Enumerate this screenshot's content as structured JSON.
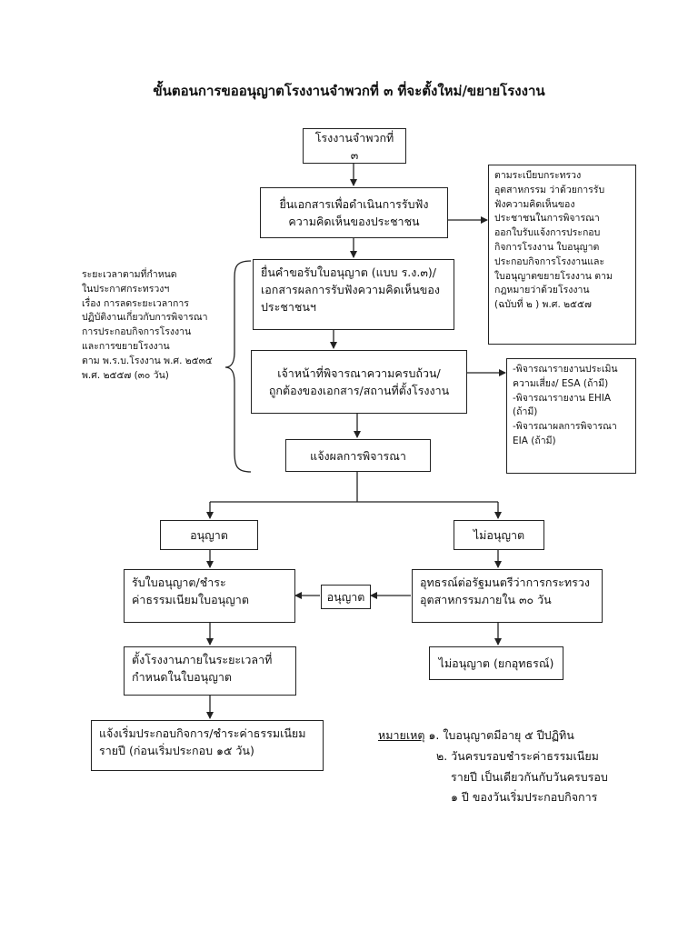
{
  "title": "ขั้นตอนการขออนุญาตโรงงานจำพวกที่ ๓ ที่จะตั้งใหม่/ขยายโรงงาน",
  "boxes": {
    "factory_type": "โรงงานจำพวกที่ ๓",
    "submit_hearing": "ยื่นเอกสารเพื่อดำเนินการรับฟัง\nความคิดเห็นของประชาชน",
    "submit_application": "ยื่นคำขอรับใบอนุญาต (แบบ ร.ง.๓)/\nเอกสารผลการรับฟังความคิดเห็นของ\nประชาชนฯ",
    "officer_review": "เจ้าหน้าที่พิจารณาความครบถ้วน/\nถูกต้องของเอกสาร/สถานที่ตั้งโรงงาน",
    "notify_result": "แจ้งผลการพิจารณา",
    "permit": "อนุญาต",
    "not_permit": "ไม่อนุญาต",
    "receive_license": "รับใบอนุญาต/ชำระ\nค่าธรรมเนียมใบอนุญาต",
    "appeal": "อุทธรณ์ต่อรัฐมนตรีว่าการกระทรวง\nอุตสาหกรรมภายใน ๓๐ วัน",
    "appeal_permit": "อนุญาต",
    "appeal_reject": "ไม่อนุญาต (ยกอุทธรณ์)",
    "build_factory": "ตั้งโรงงานภายในระยะเวลาที่\nกำหนดในใบอนุญาต",
    "start_operation": "แจ้งเริ่มประกอบกิจการ/ชำระค่าธรรมเนียม\nรายปี (ก่อนเริ่มประกอบ ๑๕ วัน)",
    "regulation_note": "ตามระเบียบกระทรวง\nอุตสาหกรรม ว่าด้วยการรับ\nฟังความคิดเห็นของ\nประชาชนในการพิจารณา\nออกใบรับแจ้งการประกอบ\nกิจการโรงงาน ใบอนุญาต\nประกอบกิจการโรงงานและ\nใบอนุญาตขยายโรงงาน ตาม\nกฎหมายว่าด้วยโรงงาน\n(ฉบับที่ ๒ ) พ.ศ. ๒๕๕๗",
    "review_reports": "-พิจารณารายงานประเมิน\nความเสี่ยง/ ESA (ถ้ามี)\n-พิจารณารายงาน EHIA\n(ถ้ามี)\n-พิจารณาผลการพิจารณา\nEIA (ถ้ามี)"
  },
  "side_text": "ระยะเวลาตามที่กำหนด\nในประกาศกระทรวงฯ\nเรื่อง การลดระยะเวลาการ\nปฏิบัติงานเกี่ยวกับการพิจารณา\nการประกอบกิจการโรงงาน\nและการขยายโรงงาน\nตาม พ.ร.บ.โรงงาน พ.ศ. ๒๕๓๕\nพ.ศ. ๒๕๕๗ (๓๐ วัน)",
  "remarks": {
    "label": "หมายเหตุ",
    "item1": "๑. ใบอนุญาตมีอายุ ๕ ปีปฏิทิน",
    "item2": "๒. วันครบรอบชำระค่าธรรมเนียม",
    "item2_cont1": "รายปี เป็นเดียวกันกับวันครบรอบ",
    "item2_cont2": "๑ ปี ของวันเริ่มประกอบกิจการ"
  }
}
